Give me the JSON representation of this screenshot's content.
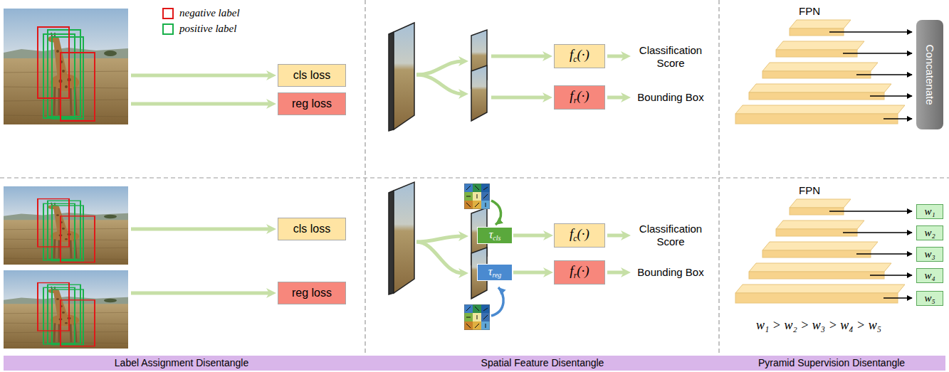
{
  "diagram": {
    "nodes": [
      {
        "text": [
          "cls loss"
        ]
      },
      {
        "text": [
          "reg loss"
        ]
      },
      {
        "text": [
          "fc(·)"
        ]
      },
      {
        "text": [
          "fr(·)"
        ]
      },
      {
        "text": [
          "Concatenate"
        ]
      },
      {
        "text": [
          "cls loss"
        ]
      },
      {
        "text": [
          "reg loss"
        ]
      },
      {
        "text": [
          "τcls"
        ]
      },
      {
        "text": [
          "fc(·)"
        ]
      },
      {
        "text": [
          "τreg"
        ]
      },
      {
        "text": [
          "fr(·)"
        ]
      },
      {
        "text": [
          "w₁"
        ]
      },
      {
        "text": [
          "w₂"
        ]
      },
      {
        "text": [
          "w₃"
        ]
      },
      {
        "text": [
          "w₄"
        ]
      },
      {
        "text": [
          "w₅"
        ]
      },
      {
        "text": [
          "Label Assignment Disentangle",
          "Spatial Feature Disentangle",
          "Pyramid Supervision Disentangle"
        ]
      }
    ],
    "edges": [
      {
        "from": 7,
        "to": 8,
        "arrow": "to"
      },
      {
        "from": 9,
        "to": 10,
        "arrow": "to"
      }
    ],
    "labels": [
      "Classification Score",
      "Bounding Box",
      "FPN",
      "Classification Score",
      "Bounding Box",
      "FPN",
      "w₁ > w₂ > w₃ > w₄ > w₅"
    ],
    "legend": [
      {
        "text": "negative label"
      },
      {
        "text": "positive label"
      }
    ]
  }
}
